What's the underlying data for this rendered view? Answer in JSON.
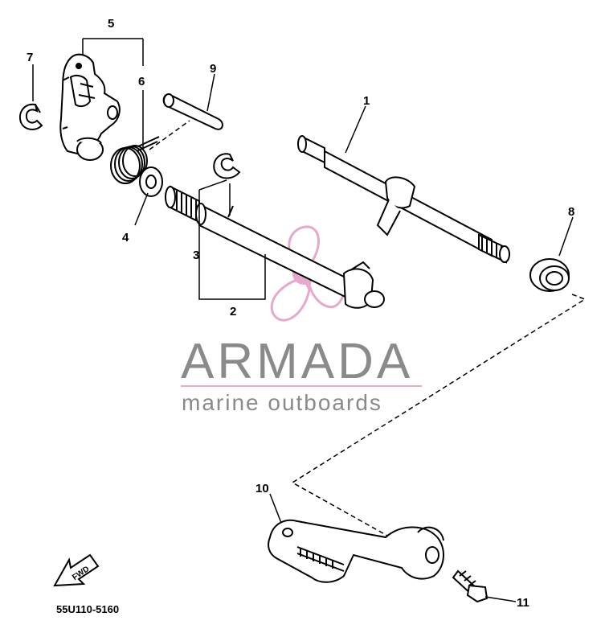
{
  "diagram": {
    "callouts": [
      {
        "id": "1",
        "label": "1"
      },
      {
        "id": "2",
        "label": "2"
      },
      {
        "id": "3",
        "label": "3"
      },
      {
        "id": "4",
        "label": "4"
      },
      {
        "id": "5",
        "label": "5"
      },
      {
        "id": "6",
        "label": "6"
      },
      {
        "id": "7",
        "label": "7"
      },
      {
        "id": "8",
        "label": "8"
      },
      {
        "id": "9",
        "label": "9"
      },
      {
        "id": "10",
        "label": "10"
      },
      {
        "id": "11",
        "label": "11"
      }
    ],
    "part_code": "55U110-5160",
    "direction_label": "FWD"
  },
  "watermark": {
    "name": "ARMADA",
    "tagline": "marine outboards",
    "colors": {
      "text": "#8a8a8a",
      "logo": "#e6a8cc",
      "rule": "#e6a8cc"
    }
  }
}
